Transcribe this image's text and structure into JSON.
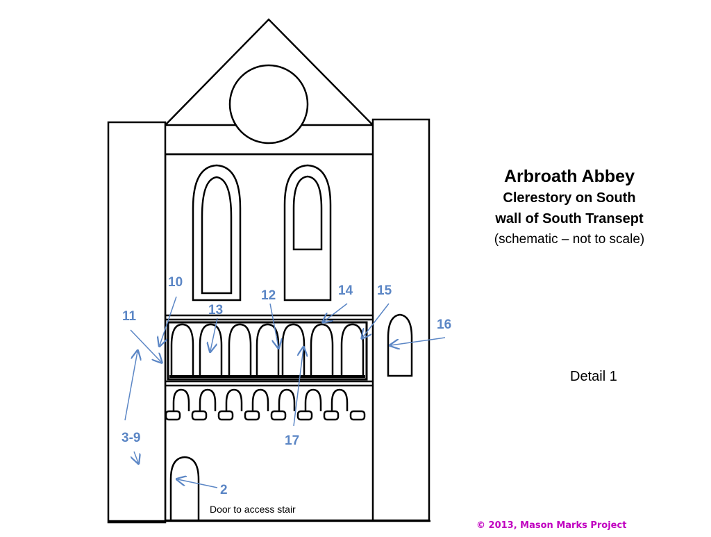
{
  "title": {
    "line1": "Arbroath Abbey",
    "line2": "Clerestory on South",
    "line3": "wall of South Transept",
    "line4": "(schematic – not to scale)"
  },
  "detail_label": "Detail 1",
  "door_caption": "Door to access stair",
  "copyright": "© 2013, Mason Marks Project",
  "markers": {
    "m2": "2",
    "m3_9": "3-9",
    "m10": "10",
    "m11": "11",
    "m12": "12",
    "m13": "13",
    "m14": "14",
    "m15": "15",
    "m16": "16",
    "m17": "17"
  },
  "colors": {
    "marker": "#5b86c5",
    "copyright": "#c000c0",
    "outline": "#000000"
  }
}
